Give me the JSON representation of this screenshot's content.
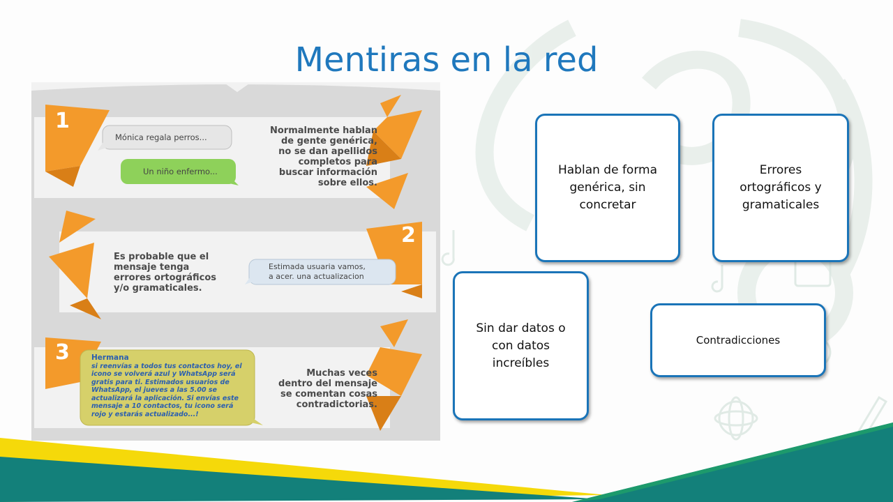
{
  "slide": {
    "title": "Mentiras en la red"
  },
  "infographic": {
    "step1": {
      "number": "1",
      "bubble_gray": "Mónica regala perros...",
      "bubble_green": "Un niño enfermo...",
      "text_lines": [
        "Normalmente hablan",
        "de gente genérica,",
        "no se dan apellidos",
        "completos para",
        "buscar información",
        "sobre ellos."
      ]
    },
    "step2": {
      "number": "2",
      "text_lines": [
        "Es probable que el",
        "mensaje tenga",
        "errores ortográficos",
        "y/o gramaticales."
      ],
      "bubble_lines": [
        "Estimada usuaria vamos,",
        "a acer. una actualizacion"
      ]
    },
    "step3": {
      "number": "3",
      "bubble_title": "Hermana",
      "bubble_lines": [
        "si reenvías a todos tus contactos hoy, el",
        "icono se volverá azul y WhatsApp será",
        "gratis para ti. Estimados usuarios de",
        "WhatsApp, el jueves a las 5.00 se",
        "actualizará la aplicación. Si envías este",
        "mensaje a 10 contactos, tu icono será",
        "rojo y estarás actualizado...!"
      ],
      "text_lines": [
        "Muchas veces",
        "dentro del mensaje",
        "se comentan cosas",
        "contradictorias."
      ]
    }
  },
  "boxes": {
    "generic": "Hablan de forma genérica, sin concretar",
    "errors": "Errores ortográficos y gramaticales",
    "no_data": "Sin dar datos o con datos increíbles",
    "contradictions": "Contradicciones"
  },
  "colors": {
    "title": "#1f78bd",
    "box_border": "#1a74b8",
    "orange": "#f39a2b",
    "teal": "#13807a",
    "yellow": "#f5d90a",
    "green_bubble": "#8ed15a",
    "olive_bubble": "#d6d06a"
  }
}
